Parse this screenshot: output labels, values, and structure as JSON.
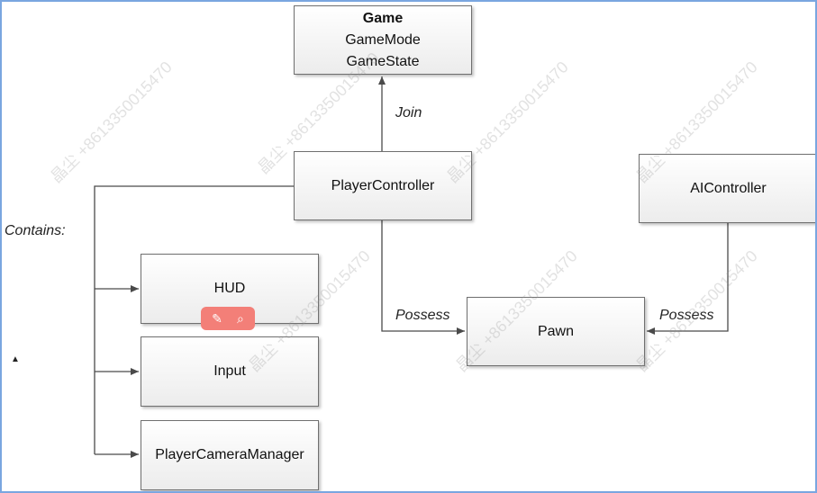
{
  "boxes": {
    "game": {
      "title": "Game",
      "line1": "GameMode",
      "line2": "GameState"
    },
    "player_controller": "PlayerController",
    "ai_controller": "AIController",
    "hud": "HUD",
    "input": "Input",
    "player_camera_manager": "PlayerCameraManager",
    "pawn": "Pawn"
  },
  "labels": {
    "join": "Join",
    "contains": "Contains:",
    "possess_left": "Possess",
    "possess_right": "Possess"
  },
  "watermark": "晶尘 +8613350015470",
  "colors": {
    "frame": "#7aa6e0",
    "line": "#4a4a4a",
    "toolbar": "#f37f78"
  }
}
